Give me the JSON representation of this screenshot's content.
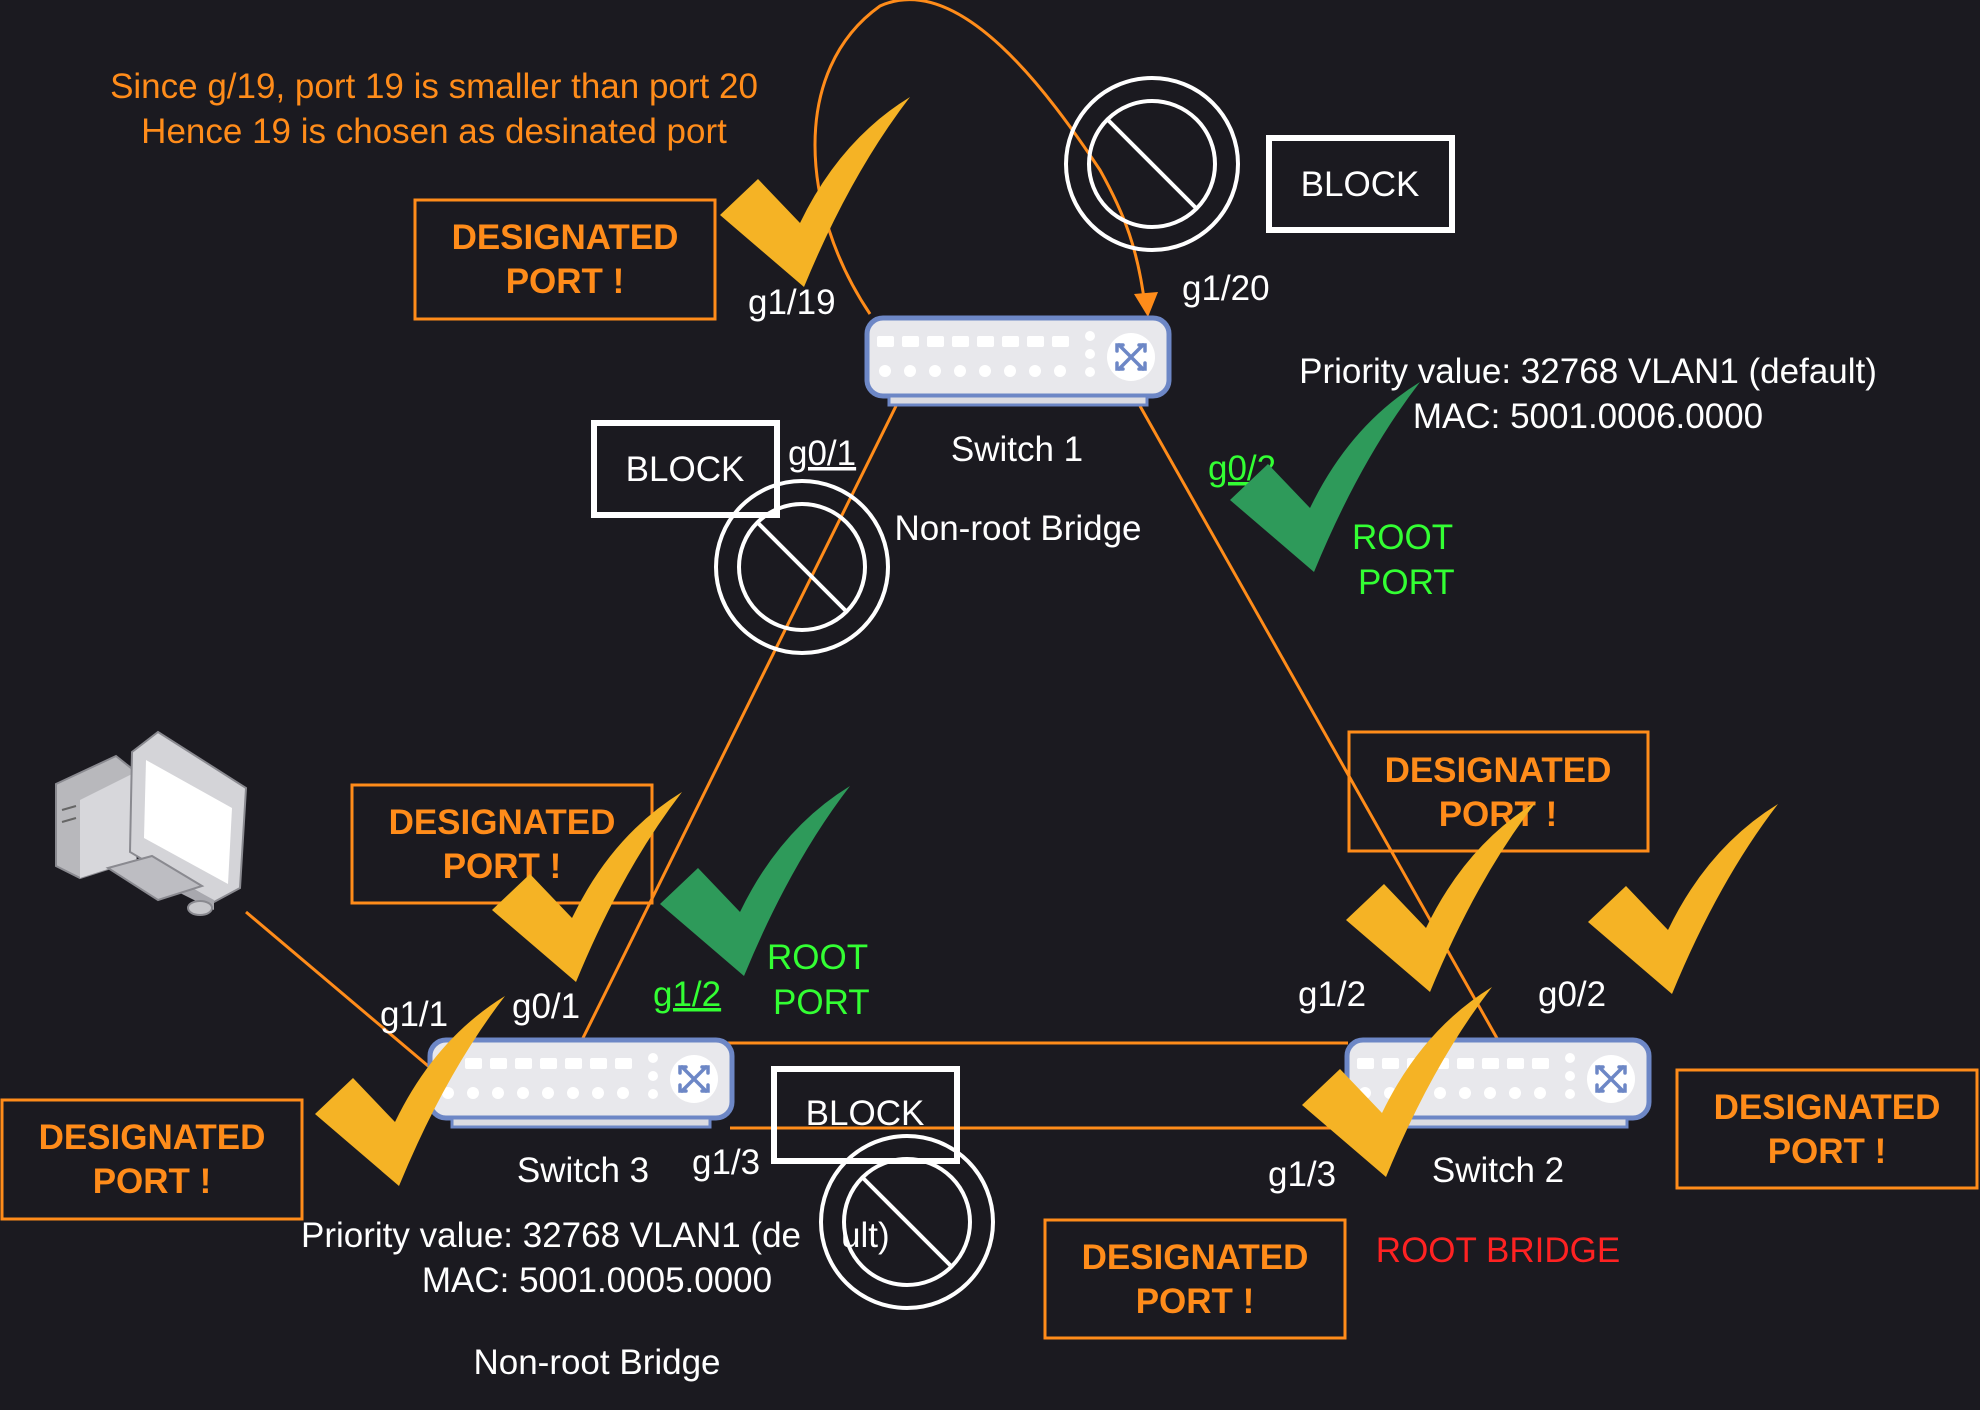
{
  "colors": {
    "background": "#1b1a20",
    "orange": "#ff8c1a",
    "white": "#ffffff",
    "green_text": "#33ff33",
    "green_check": "#2e9a5a",
    "yellow_check": "#f5b325",
    "red": "#ff2222",
    "switch_body": "#e8e8ec",
    "switch_border": "#6d87c6"
  },
  "annotation": {
    "line1": "Since g/19, port 19 is smaller than port 20",
    "line2": "Hence 19 is chosen as desinated port"
  },
  "labels": {
    "designated_line1": "DESIGNATED",
    "designated_line2": "PORT !",
    "block": "BLOCK",
    "root_port_line1": "ROOT",
    "root_port_line2": "PORT"
  },
  "switch1": {
    "name": "Switch 1",
    "role": "Non-root Bridge",
    "priority": "Priority value: 32768 VLAN1 (default)",
    "mac": "MAC: 5001.0006.0000",
    "ports": {
      "g1_19": "g1/19",
      "g1_20": "g1/20",
      "g0_1": "g0/1",
      "g0_2": "g0/2"
    }
  },
  "switch2": {
    "name": "Switch 2",
    "role": "ROOT BRIDGE",
    "ports": {
      "g1_2": "g1/2",
      "g0_2": "g0/2",
      "g1_3": "g1/3"
    }
  },
  "switch3": {
    "name": "Switch 3",
    "role": "Non-root Bridge",
    "priority_pre": "Priority value: 32768 VLAN1 (de",
    "priority_post": "ult)",
    "mac": "MAC: 5001.0005.0000",
    "ports": {
      "g1_1": "g1/1",
      "g0_1": "g0/1",
      "g1_2": "g1/2",
      "g1_3": "g1/3"
    }
  }
}
